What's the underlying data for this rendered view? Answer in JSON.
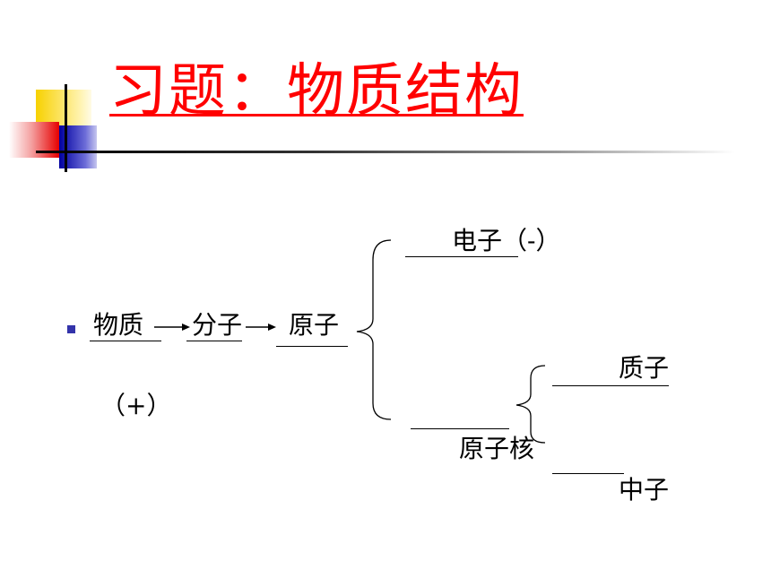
{
  "title": "习题：物质结构",
  "diagram": {
    "matter": "物质",
    "molecule": "分子",
    "atom": "原子",
    "electron": "电子（-）",
    "positive": "（+）",
    "nucleus": "原子核",
    "proton": "质子",
    "neutron": "中子"
  },
  "colors": {
    "title": "#ff0000",
    "bullet": "#3333aa"
  }
}
